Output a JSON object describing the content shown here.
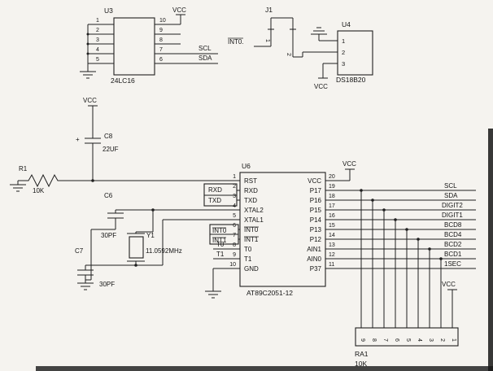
{
  "colors": {
    "paper": "#f5f3ef",
    "ink": "#1f1f1f"
  },
  "u3": {
    "ref": "U3",
    "part": "24LC16",
    "vcc_label": "VCC",
    "left_pins": [
      "1",
      "2",
      "3",
      "4",
      "5"
    ],
    "right_pins": [
      "10",
      "9",
      "8",
      "7",
      "6"
    ],
    "net_scl": "SCL",
    "net_sda": "SDA"
  },
  "j1": {
    "ref": "J1",
    "pin1": "1",
    "pin2": "2",
    "net_int0": "INT0."
  },
  "u4": {
    "ref": "U4",
    "part": "DS18B20",
    "pins": [
      "1",
      "2",
      "3"
    ],
    "vcc_label": "VCC"
  },
  "c8": {
    "ref": "C8",
    "value": "22UF",
    "vcc_label": "VCC",
    "polarity": "+"
  },
  "r1": {
    "ref": "R1",
    "value": "10K"
  },
  "c6": {
    "ref": "C6",
    "value": "30PF"
  },
  "c7": {
    "ref": "C7",
    "value": "30PF"
  },
  "y1": {
    "ref": "Y1",
    "value": "11.0592MHz"
  },
  "u6": {
    "ref": "U6",
    "part": "AT89C2051-12",
    "vcc_label": "VCC",
    "left_pins": [
      {
        "num": "1",
        "name": "RST"
      },
      {
        "num": "2",
        "name": "RXD"
      },
      {
        "num": "3",
        "name": "TXD"
      },
      {
        "num": "4",
        "name": "XTAL2"
      },
      {
        "num": "5",
        "name": "XTAL1"
      },
      {
        "num": "6",
        "name": "INT0"
      },
      {
        "num": "7",
        "name": "INT1"
      },
      {
        "num": "8",
        "name": "T0"
      },
      {
        "num": "9",
        "name": "T1"
      },
      {
        "num": "10",
        "name": "GND"
      }
    ],
    "right_pins": [
      {
        "num": "20",
        "name": "VCC"
      },
      {
        "num": "19",
        "name": "P17"
      },
      {
        "num": "18",
        "name": "P16"
      },
      {
        "num": "17",
        "name": "P15"
      },
      {
        "num": "16",
        "name": "P14"
      },
      {
        "num": "15",
        "name": "P13"
      },
      {
        "num": "14",
        "name": "P12"
      },
      {
        "num": "13",
        "name": "AIN1"
      },
      {
        "num": "12",
        "name": "AIN0"
      },
      {
        "num": "11",
        "name": "P37"
      }
    ],
    "left_nets": {
      "rxd": "RXD",
      "txd": "TXD",
      "int0": "INT0",
      "int1": "INT1",
      "t0": "T0",
      "t1": "T1"
    }
  },
  "right_nets": [
    "SCL",
    "SDA",
    "DIGIT2",
    "DIGIT1",
    "BCD8",
    "BCD4",
    "BCD2",
    "BCD1",
    "1SEC"
  ],
  "ra1": {
    "ref": "RA1",
    "value": "10K",
    "vcc_label": "VCC",
    "pins": [
      "9",
      "8",
      "7",
      "6",
      "5",
      "4",
      "3",
      "2",
      "1"
    ]
  }
}
